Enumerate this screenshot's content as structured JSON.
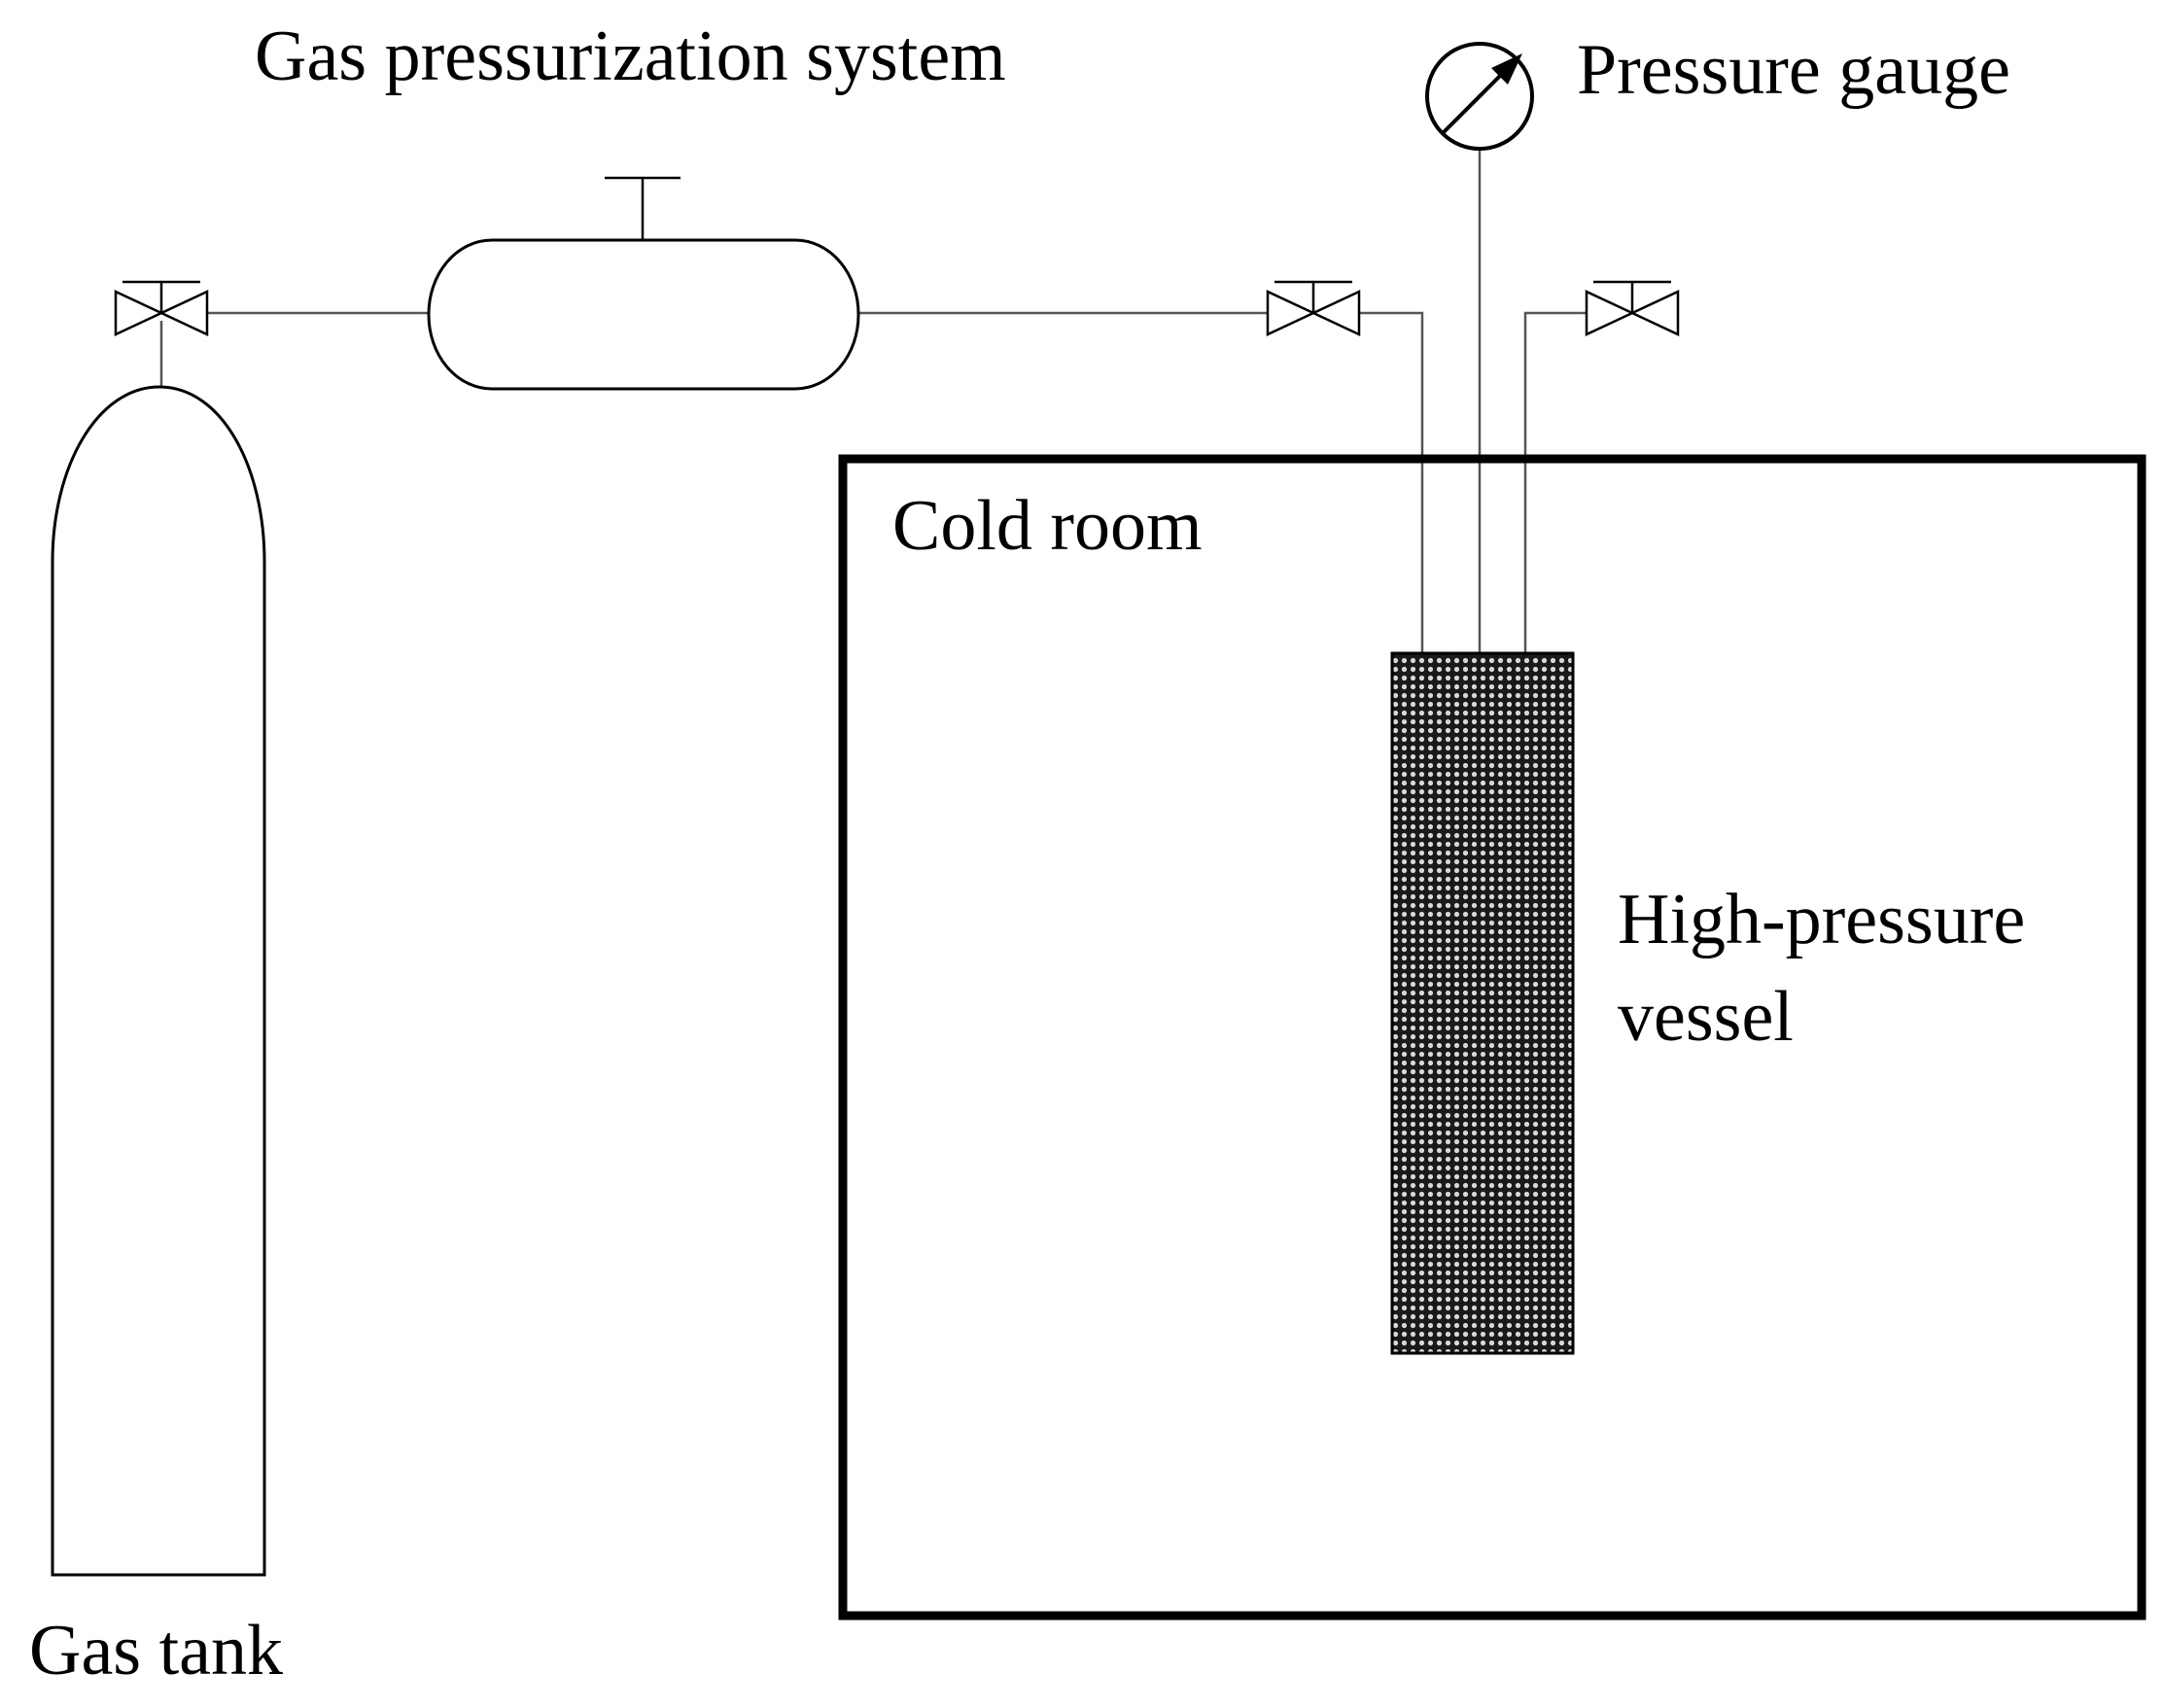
{
  "labels": {
    "gas_pressurization_system": "Gas pressurization system",
    "pressure_gauge": "Pressure gauge",
    "cold_room": "Cold room",
    "vessel_line1": "High-pressure",
    "vessel_line2": "vessel",
    "gas_tank": "Gas tank"
  },
  "colors": {
    "line": "#000000",
    "pipe": "#555555",
    "vessel_fill": "#3a3a3a",
    "background": "#ffffff"
  },
  "icons": {
    "valve": "valve-icon",
    "gauge": "pressure-gauge-icon"
  }
}
